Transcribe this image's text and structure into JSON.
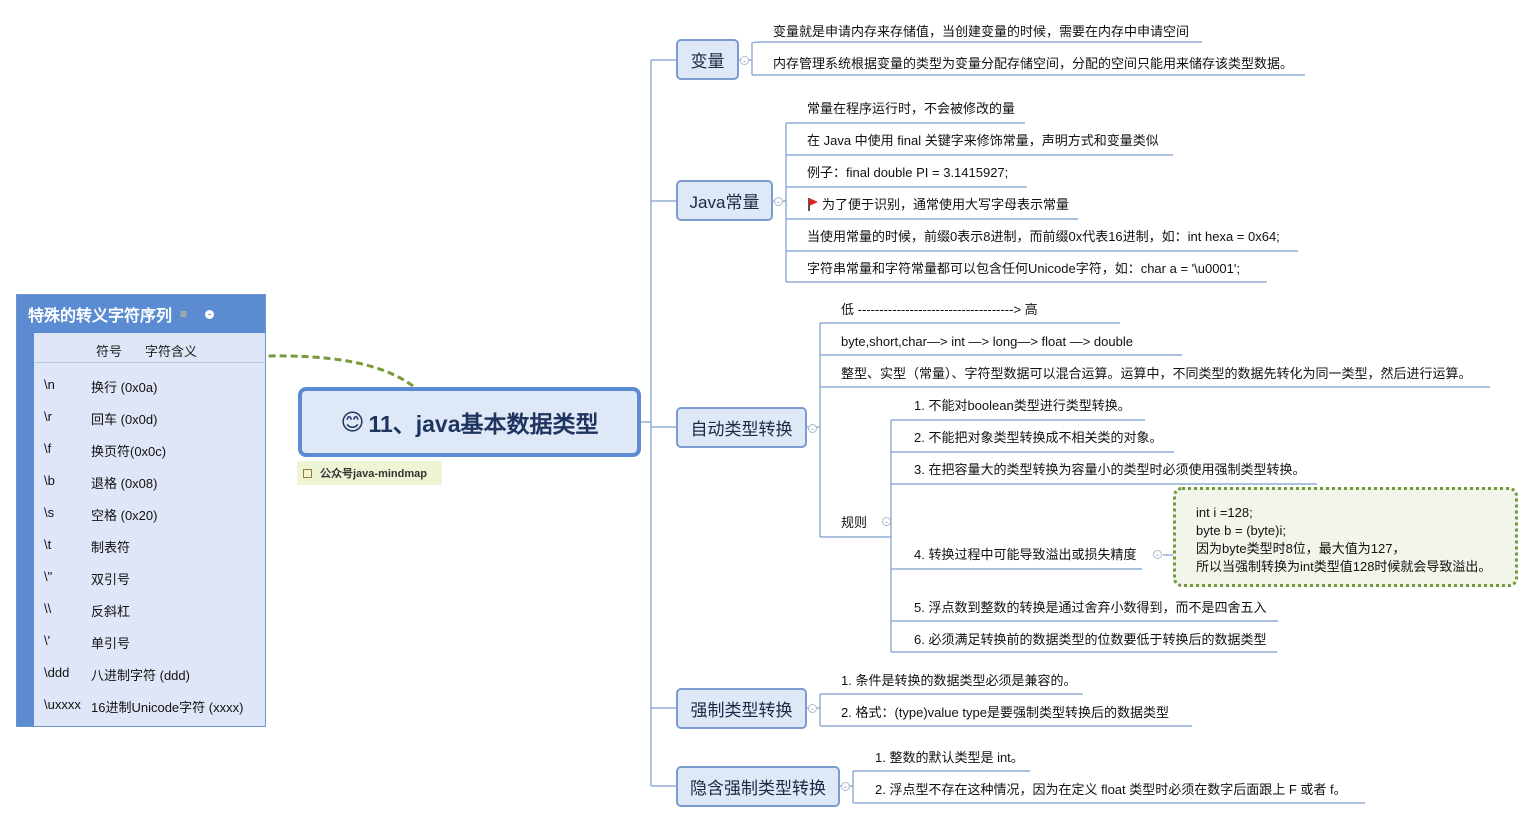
{
  "central": {
    "emoji": "😊",
    "title": "11、java基本数据类型",
    "label": "公众号java-mindmap"
  },
  "escape_table": {
    "title": "特殊的转义字符序列",
    "col1": "符号",
    "col2": "字符含义",
    "rows": [
      {
        "symbol": "\\n",
        "meaning": "换行 (0x0a)"
      },
      {
        "symbol": "\\r",
        "meaning": "回车 (0x0d)"
      },
      {
        "symbol": "\\f",
        "meaning": "换页符(0x0c)"
      },
      {
        "symbol": "\\b",
        "meaning": "退格 (0x08)"
      },
      {
        "symbol": "\\s",
        "meaning": "空格 (0x20)"
      },
      {
        "symbol": "\\t",
        "meaning": "制表符"
      },
      {
        "symbol": "\\\"",
        "meaning": "双引号"
      },
      {
        "symbol": "\\\\",
        "meaning": "反斜杠"
      },
      {
        "symbol": "\\'",
        "meaning": "单引号"
      },
      {
        "symbol": "\\ddd",
        "meaning": "八进制字符 (ddd)"
      },
      {
        "symbol": "\\uxxxx",
        "meaning": "16进制Unicode字符 (xxxx)"
      }
    ]
  },
  "branches": {
    "variable": {
      "title": "变量",
      "items": [
        "变量就是申请内存来存储值，当创建变量的时候，需要在内存中申请空间",
        "内存管理系统根据变量的类型为变量分配存储空间，分配的空间只能用来储存该类型数据。"
      ]
    },
    "constant": {
      "title": "Java常量",
      "items": [
        "常量在程序运行时，不会被修改的量",
        "在 Java 中使用 final 关键字来修饰常量，声明方式和变量类似",
        "例子：final double PI = 3.1415927;",
        "为了便于识别，通常使用大写字母表示常量",
        "当使用常量的时候，前缀0表示8进制，而前缀0x代表16进制，如：int hexa =  0x64;",
        "字符串常量和字符常量都可以包含任何Unicode字符，如：char a = '\\u0001';"
      ]
    },
    "auto": {
      "title": "自动类型转换",
      "items": [
        "低  ------------------------------------>  高",
        "byte,short,char—> int —> long—> float —> double",
        "整型、实型（常量）、字符型数据可以混合运算。运算中，不同类型的数据先转化为同一类型，然后进行运算。"
      ],
      "rules_label": "规则",
      "rules": [
        "1. 不能对boolean类型进行类型转换。",
        "2. 不能把对象类型转换成不相关类的对象。",
        "3. 在把容量大的类型转换为容量小的类型时必须使用强制类型转换。",
        "4. 转换过程中可能导致溢出或损失精度",
        "5. 浮点数到整数的转换是通过舍弃小数得到，而不是四舍五入",
        "6. 必须满足转换前的数据类型的位数要低于转换后的数据类型"
      ],
      "note": [
        "int i =128;",
        "byte b = (byte)i;",
        "因为byte类型时8位，最大值为127，",
        "所以当强制转换为int类型值128时候就会导致溢出。"
      ]
    },
    "forced": {
      "title": "强制类型转换",
      "items": [
        "1. 条件是转换的数据类型必须是兼容的。",
        "2. 格式：(type)value type是要强制类型转换后的数据类型"
      ]
    },
    "implicit": {
      "title": "隐含强制类型转换",
      "items": [
        "1. 整数的默认类型是 int。",
        "2. 浮点型不存在这种情况，因为在定义 float 类型时必须在数字后面跟上 F 或者 f。"
      ]
    }
  },
  "colors": {
    "branch_border": "#7c9ccf",
    "branch_fill": "#dfe8f6",
    "central_border": "#5b8bd0",
    "relation_arrow": "#7a9a3a",
    "note_border": "#6f9a3b",
    "flag": "#d9261c"
  }
}
